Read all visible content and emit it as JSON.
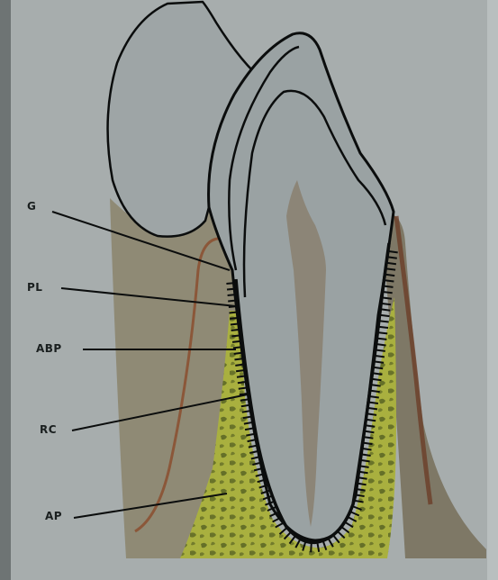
{
  "labels": {
    "g": "G",
    "pl": "PL",
    "abp": "ABP",
    "rc": "RC",
    "ap": "AP"
  },
  "colors": {
    "background": "#a7adad",
    "gingiva": "#8f8a75",
    "bone": "#a9b03f",
    "bone_pattern": "#4f5a20",
    "tooth": "#9aa2a3",
    "pulp": "#8a8070",
    "outline": "#0b0d0d",
    "gingival_margin": "#8a4a2a"
  }
}
